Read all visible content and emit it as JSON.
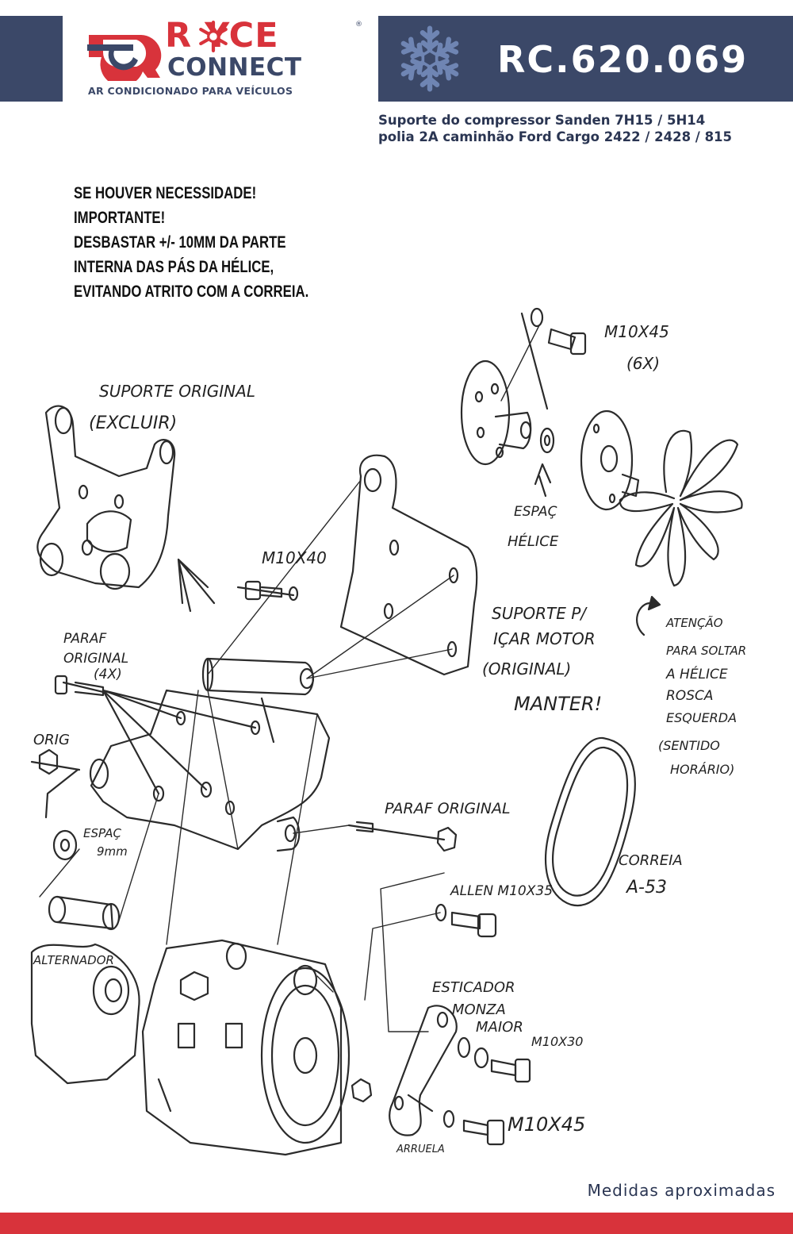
{
  "header": {
    "brand_top": "R YCE",
    "brand_bottom": "CONNECT",
    "tagline": "AR CONDICIONADO PARA VEÍCULOS",
    "registered": "®",
    "product_code": "RC.620.069"
  },
  "subtitle": {
    "line1": "Suporte do compressor Sanden 7H15 / 5H14",
    "line2": "polia 2A caminhão Ford Cargo 2422 / 2428 / 815"
  },
  "notice": {
    "line1": "SE HOUVER NECESSIDADE!",
    "line2": "IMPORTANTE!",
    "line3": "DESBASTAR +/- 10MM DA PARTE",
    "line4": "INTERNA DAS PÁS DA HÉLICE,",
    "line5": "EVITANDO ATRITO COM A CORREIA."
  },
  "labels": {
    "suporte_original": "SUPORTE ORIGINAL",
    "excluir": "(EXCLUIR)",
    "m10x45_6x": "M10X45",
    "qty_6x": "(6X)",
    "espac_helice_1": "ESPAÇ",
    "espac_helice_2": "HÉLICE",
    "m10x40": "M10X40",
    "suporte_icar_1": "SUPORTE P/",
    "suporte_icar_2": "IÇAR MOTOR",
    "suporte_icar_3": "(ORIGINAL)",
    "suporte_icar_4": "MANTER!",
    "atencao_1": "ATENÇÃO",
    "atencao_2": "PARA SOLTAR",
    "atencao_3": "A HÉLICE",
    "atencao_4": "ROSCA",
    "atencao_5": "ESQUERDA",
    "atencao_6": "(SENTIDO",
    "atencao_7": "HORÁRIO)",
    "paraf_original_4x_1": "PARAF",
    "paraf_original_4x_2": "ORIGINAL",
    "paraf_original_4x_3": "(4X)",
    "orig": "ORIG",
    "paraf_original": "PARAF ORIGINAL",
    "espac_9mm_1": "ESPAÇ",
    "espac_9mm_2": "9mm",
    "correia_1": "CORREIA",
    "correia_2": "A-53",
    "allen_m10x35": "ALLEN M10X35",
    "alternador": "ALTERNADOR",
    "esticador_1": "ESTICADOR",
    "esticador_2": "MONZA",
    "esticador_3": "MAIOR",
    "m10x30": "M10X30",
    "m10x45_bottom": "M10X45",
    "arruela": "ARRUELA"
  },
  "footer": {
    "note": "Medidas aproximadas"
  },
  "colors": {
    "navy": "#3b4868",
    "red": "#d8333b",
    "snowflake": "#6f85b3"
  },
  "icons": [
    "snowflake-icon",
    "royce-logo-mark"
  ]
}
